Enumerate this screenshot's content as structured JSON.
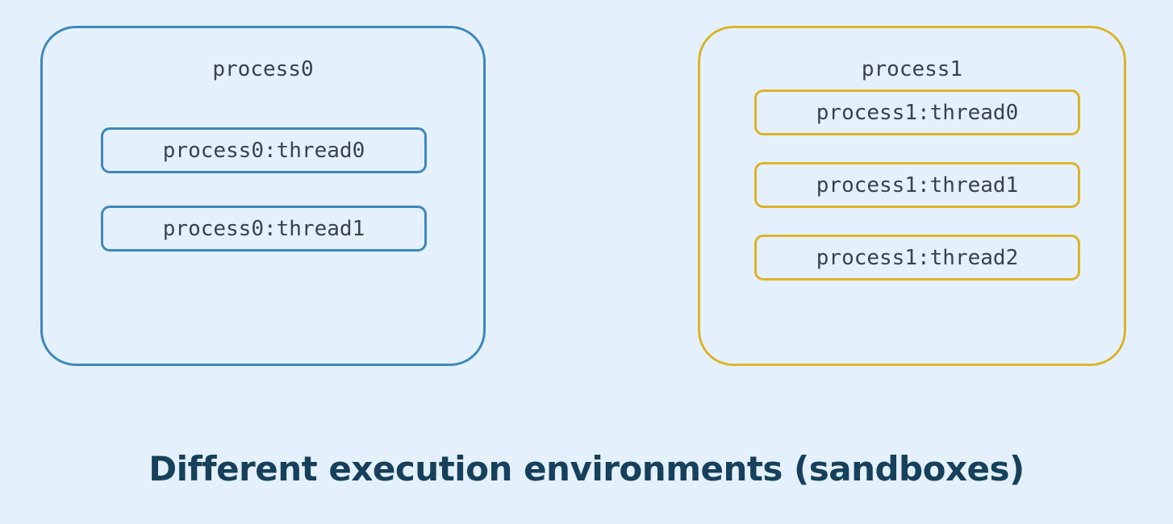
{
  "page": {
    "background_color": "#e4f1fc",
    "caption": "Different execution environments (sandboxes)",
    "caption_color": "#16405c"
  },
  "processes": [
    {
      "id": "process0",
      "title": "process0",
      "accent_color": "#3f87bd",
      "threads": [
        {
          "label": "process0:thread0"
        },
        {
          "label": "process0:thread1"
        }
      ]
    },
    {
      "id": "process1",
      "title": "process1",
      "accent_color": "#ddb32a",
      "threads": [
        {
          "label": "process1:thread0"
        },
        {
          "label": "process1:thread1"
        },
        {
          "label": "process1:thread2"
        }
      ]
    }
  ]
}
